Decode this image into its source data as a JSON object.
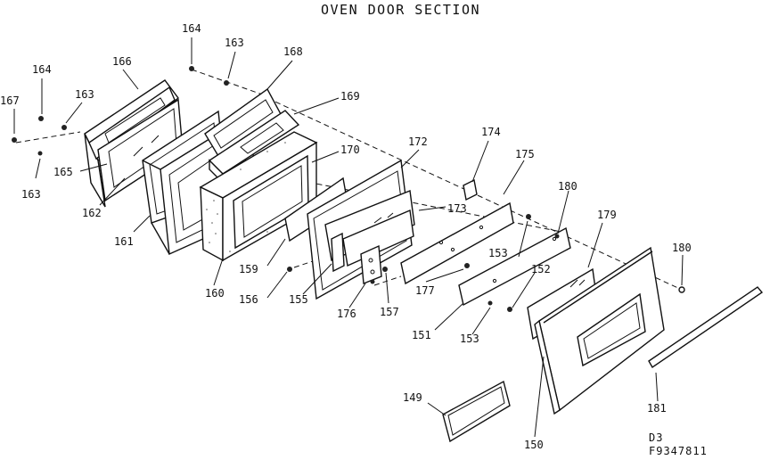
{
  "diagram": {
    "title": "OVEN DOOR SECTION",
    "code_line1": "D3",
    "code_line2": "F9347811",
    "callouts": {
      "c149": "149",
      "c150": "150",
      "c151": "151",
      "c152": "152",
      "c153a": "153",
      "c153b": "153",
      "c155": "155",
      "c156": "156",
      "c157": "157",
      "c159": "159",
      "c160": "160",
      "c161": "161",
      "c162": "162",
      "c163a": "163",
      "c163b": "163",
      "c163c": "163",
      "c164a": "164",
      "c164b": "164",
      "c165": "165",
      "c166": "166",
      "c167": "167",
      "c168": "168",
      "c169": "169",
      "c170": "170",
      "c172": "172",
      "c173": "173",
      "c174": "174",
      "c175": "175",
      "c176": "176",
      "c177": "177",
      "c179": "179",
      "c180a": "180",
      "c180b": "180",
      "c181": "181"
    }
  }
}
